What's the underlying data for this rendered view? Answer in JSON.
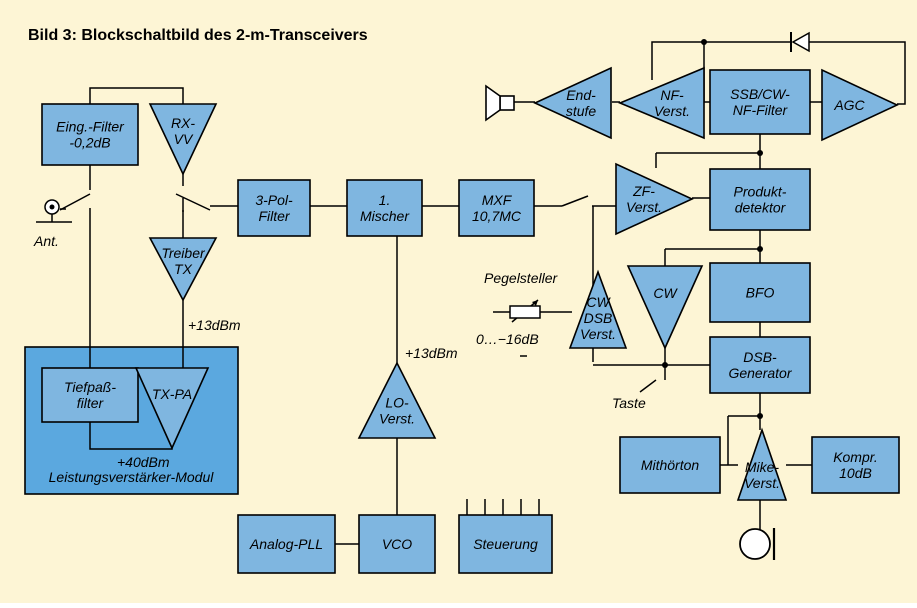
{
  "title": "Bild 3: Blockschaltbild des 2-m-Transceivers",
  "colors": {
    "background": "#fdf5d5",
    "block": "#7fb6e0",
    "module": "#5ba8df",
    "line": "#000000"
  },
  "blocks": {
    "eing_filter": [
      "Eing.-Filter",
      "-0,2dB"
    ],
    "rx_vv": [
      "RX-",
      "VV"
    ],
    "treiber_tx": [
      "Treiber",
      "TX"
    ],
    "tiefpass": [
      "Tiefpaß-",
      "filter"
    ],
    "tx_pa": [
      "TX-PA"
    ],
    "pol_filter": [
      "3-Pol-",
      "Filter"
    ],
    "mischer": [
      "1.",
      "Mischer"
    ],
    "mxf": [
      "MXF",
      "10,7MC"
    ],
    "zf_verst": [
      "ZF-",
      "Verst."
    ],
    "produktdetektor": [
      "Produkt-",
      "detektor"
    ],
    "endstufe": [
      "End-",
      "stufe"
    ],
    "nf_verst": [
      "NF-",
      "Verst."
    ],
    "ssb_filter": [
      "SSB/CW-",
      "NF-Filter"
    ],
    "agc": [
      "AGC"
    ],
    "cw_dsb": [
      "CW",
      "DSB",
      "Verst."
    ],
    "cw": [
      "CW"
    ],
    "bfo": [
      "BFO"
    ],
    "dsb_gen": [
      "DSB-",
      "Generator"
    ],
    "lo_verst": [
      "LO-",
      "Verst."
    ],
    "analog_pll": [
      "Analog-PLL"
    ],
    "vco": [
      "VCO"
    ],
    "steuerung": [
      "Steuerung"
    ],
    "mithoerton": [
      "Mithörton"
    ],
    "mike": [
      "Mike-",
      "Verst."
    ],
    "kompr": [
      "Kompr.",
      "10dB"
    ]
  },
  "labels": {
    "ant": "Ant.",
    "dbm13_tx": "+13dBm",
    "dbm40": "+40dBm",
    "module_label": "Leistungsverstärker-Modul",
    "dbm13_lo": "+13dBm",
    "pegelsteller": "Pegelsteller",
    "pegel_range": "0…−16dB",
    "taste": "Taste"
  }
}
